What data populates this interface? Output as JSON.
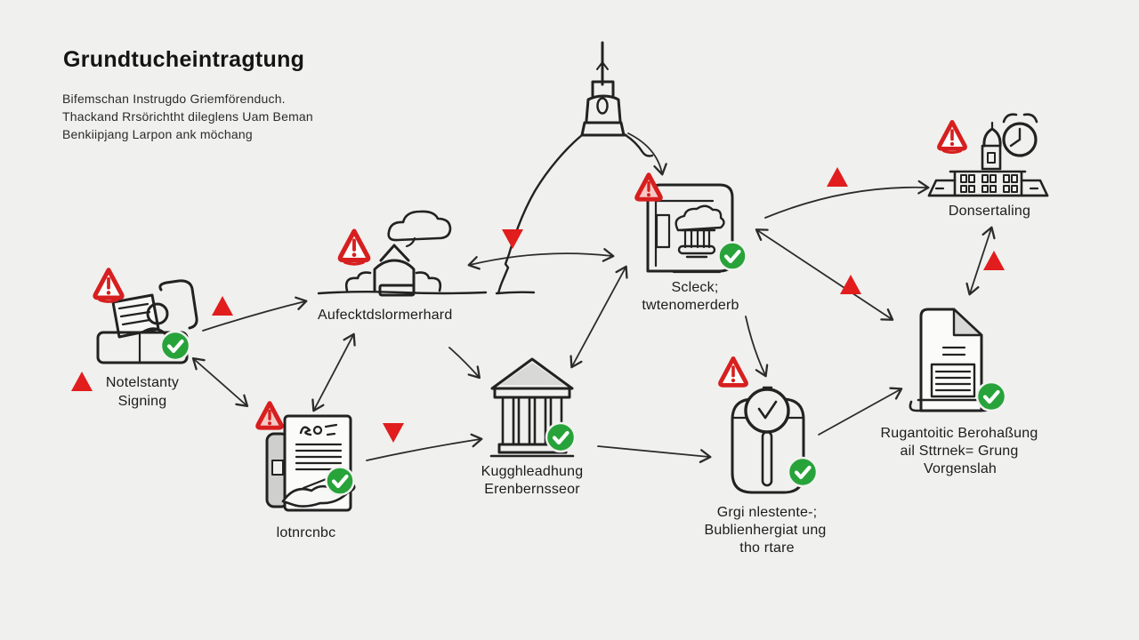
{
  "colors": {
    "background": "#f0f0ee",
    "ink": "#222222",
    "red": "#d71f1f",
    "green": "#27a33a",
    "paper_gray": "#d8d8d6"
  },
  "header": {
    "title": "Grundtucheintragtung",
    "subtitle_lines": [
      "Bifemschan Instrugdo Griemförenduch.",
      "Thackand Rrsörichtht dileglens Uam Beman",
      "Benkiipjang Larpon ank möchang"
    ]
  },
  "icons": {
    "warning-triangle-icon": "⚠",
    "check-circle-icon": "✔",
    "red-triangle-up-icon": "▲",
    "red-triangle-down-icon": "▼",
    "alarm-clock-icon": "⏰",
    "cloud-icon": "☁"
  },
  "nodes": {
    "notary": {
      "lines": [
        "Notelstanty",
        "Signing"
      ]
    },
    "monument": {
      "label": "Aufecktdslormerhard"
    },
    "records": {
      "lines": [
        "Scleck;",
        "twtenomerderb"
      ]
    },
    "bank": {
      "lines": [
        "Kugghleadhung",
        "Erenbernsseor"
      ]
    },
    "contract": {
      "label": "lotnrcnbc"
    },
    "review": {
      "lines": [
        "Grgi nlestente-;",
        "Bublienhergiat ung",
        "tho rtare"
      ]
    },
    "certificate": {
      "lines": [
        "Rugantoitic Berohaßung",
        "ail Sttrnek= Grung",
        "Vorgenslah"
      ]
    },
    "office": {
      "label": "Donsertaling"
    }
  }
}
